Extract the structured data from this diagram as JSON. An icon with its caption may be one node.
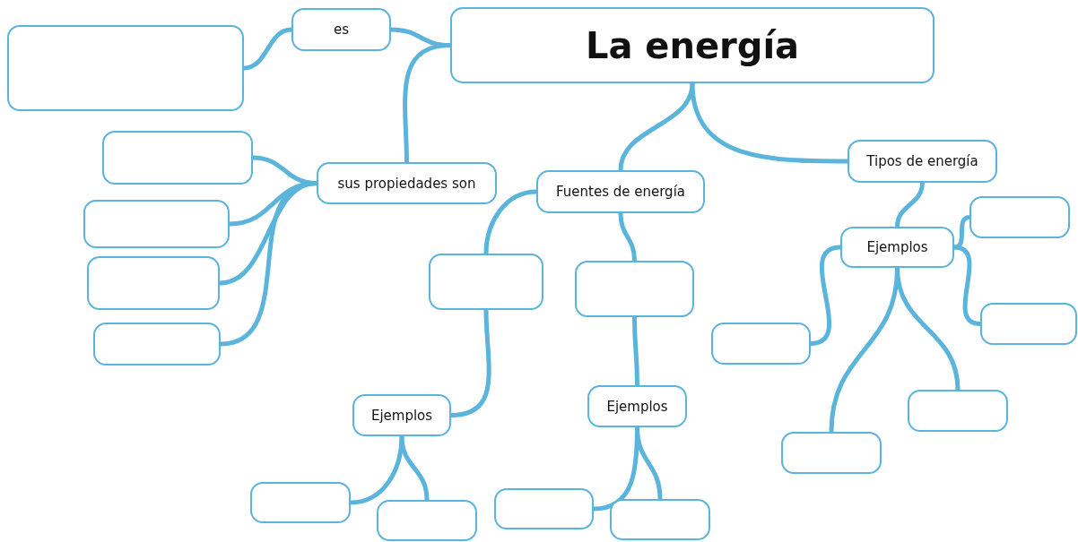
{
  "diagram": {
    "nodes": [
      {
        "text": [
          "La energía"
        ]
      },
      {
        "text": [
          "es"
        ]
      },
      {
        "text": [],
        "shape": "box"
      },
      {
        "text": [
          "sus propiedades son"
        ]
      },
      {
        "text": [],
        "shape": "box"
      },
      {
        "text": [],
        "shape": "box"
      },
      {
        "text": [],
        "shape": "box"
      },
      {
        "text": [],
        "shape": "box"
      },
      {
        "text": [
          "Fuentes de energía"
        ]
      },
      {
        "text": [
          "Tipos de energía"
        ]
      },
      {
        "text": [],
        "shape": "box"
      },
      {
        "text": [],
        "shape": "box"
      },
      {
        "text": [
          "Ejemplos"
        ]
      },
      {
        "text": [
          "Ejemplos"
        ]
      },
      {
        "text": [],
        "shape": "box"
      },
      {
        "text": [],
        "shape": "box"
      },
      {
        "text": [],
        "shape": "box"
      },
      {
        "text": [],
        "shape": "box"
      },
      {
        "text": [
          "Ejemplos"
        ]
      },
      {
        "text": [],
        "shape": "box"
      },
      {
        "text": [],
        "shape": "box"
      },
      {
        "text": [],
        "shape": "box"
      },
      {
        "text": [],
        "shape": "box"
      },
      {
        "text": [],
        "shape": "box"
      }
    ],
    "edges": [
      {
        "from": 0,
        "to": 1,
        "arrow": "none"
      },
      {
        "from": 1,
        "to": 2,
        "arrow": "none"
      },
      {
        "from": 0,
        "to": 3,
        "arrow": "none"
      },
      {
        "from": 3,
        "to": 4,
        "arrow": "none"
      },
      {
        "from": 3,
        "to": 5,
        "arrow": "none"
      },
      {
        "from": 3,
        "to": 6,
        "arrow": "none"
      },
      {
        "from": 3,
        "to": 7,
        "arrow": "none"
      },
      {
        "from": 0,
        "to": 8,
        "arrow": "none"
      },
      {
        "from": 0,
        "to": 9,
        "arrow": "none"
      },
      {
        "from": 8,
        "to": 10,
        "arrow": "none"
      },
      {
        "from": 8,
        "to": 11,
        "arrow": "none"
      },
      {
        "from": 10,
        "to": 12,
        "arrow": "none"
      },
      {
        "from": 11,
        "to": 13,
        "arrow": "none"
      },
      {
        "from": 12,
        "to": 14,
        "arrow": "none"
      },
      {
        "from": 12,
        "to": 15,
        "arrow": "none"
      },
      {
        "from": 13,
        "to": 16,
        "arrow": "none"
      },
      {
        "from": 13,
        "to": 17,
        "arrow": "none"
      },
      {
        "from": 9,
        "to": 18,
        "arrow": "none"
      },
      {
        "from": 18,
        "to": 19,
        "arrow": "none"
      },
      {
        "from": 18,
        "to": 20,
        "arrow": "none"
      },
      {
        "from": 18,
        "to": 21,
        "arrow": "none"
      },
      {
        "from": 18,
        "to": 22,
        "arrow": "none"
      },
      {
        "from": 18,
        "to": 23,
        "arrow": "none"
      }
    ]
  }
}
